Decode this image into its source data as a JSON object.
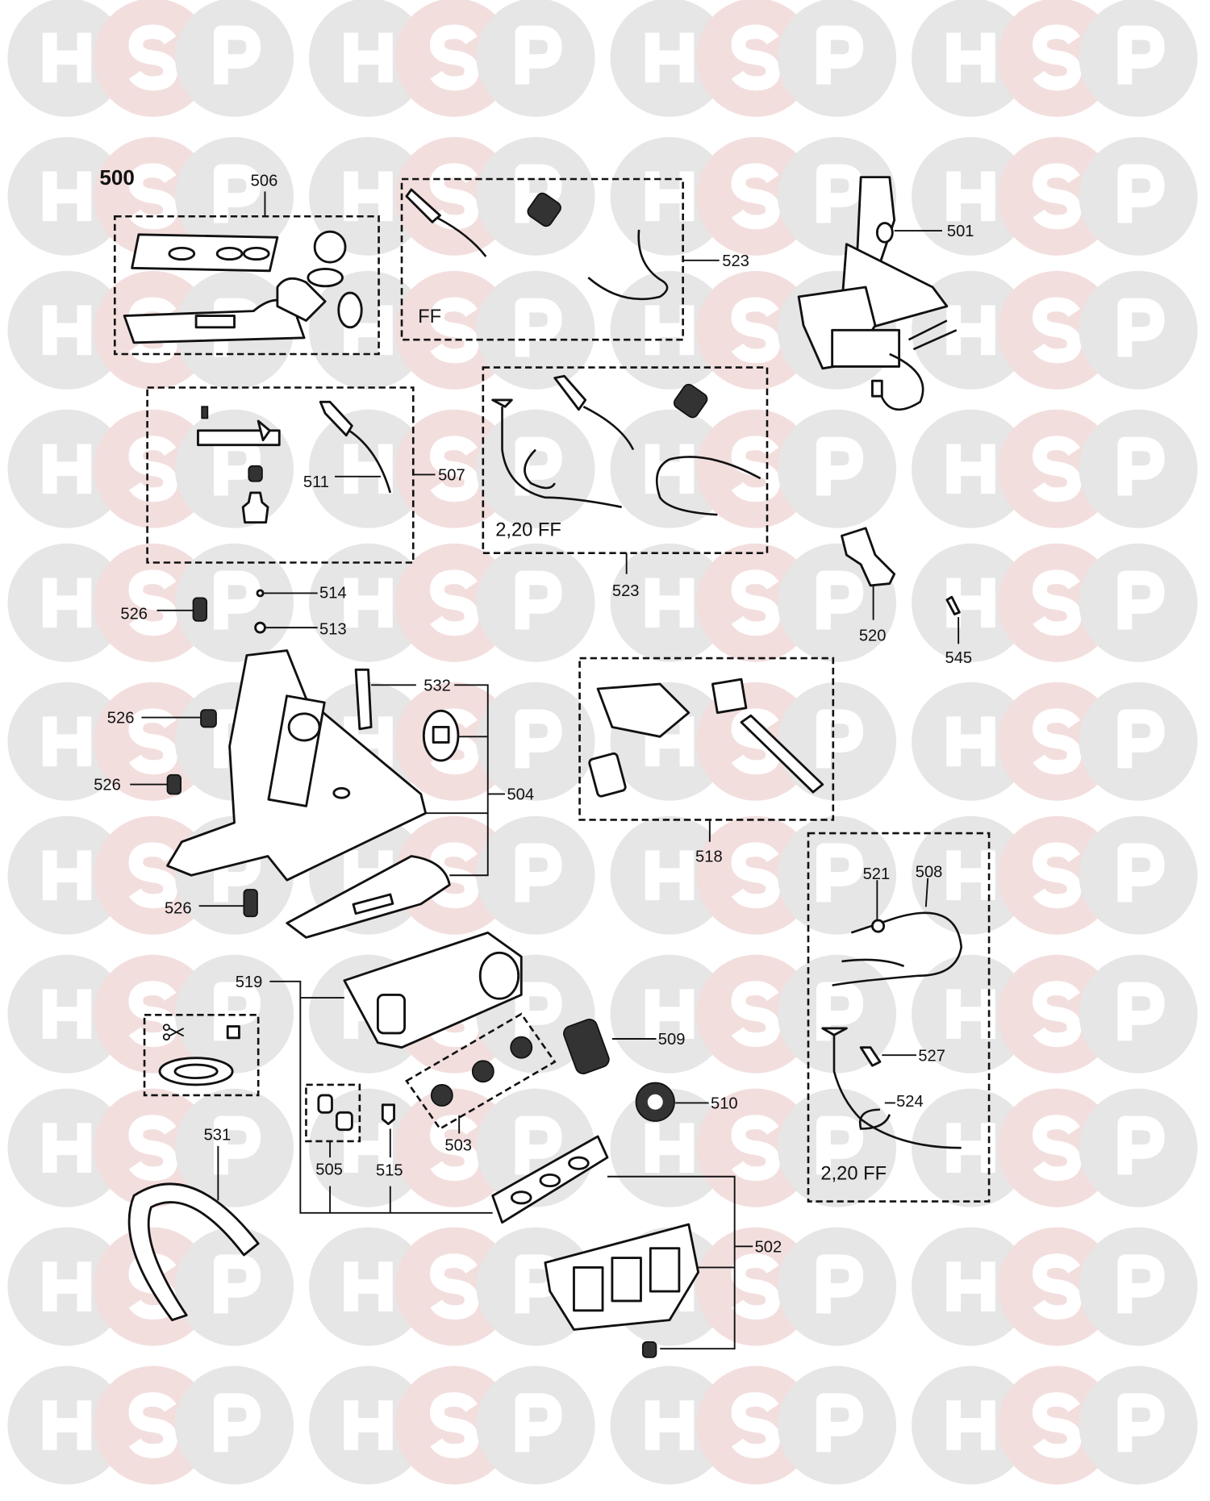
{
  "diagram": {
    "title": "500",
    "labels": {
      "l506": "506",
      "l523a": "523",
      "lFF": "FF",
      "l501": "501",
      "l511": "511",
      "l507": "507",
      "l220a": "2,20 FF",
      "l523b": "523",
      "l520": "520",
      "l545": "545",
      "l514": "514",
      "l513": "513",
      "l526a": "526",
      "l526b": "526",
      "l526c": "526",
      "l526d": "526",
      "l532": "532",
      "l504": "504",
      "l518": "518",
      "l521": "521",
      "l508": "508",
      "l519": "519",
      "l509": "509",
      "l527": "527",
      "l510": "510",
      "l524": "524",
      "l220b": "2,20 FF",
      "l531": "531",
      "l503": "503",
      "l505": "505",
      "l515": "515",
      "l502": "502"
    }
  },
  "watermark": {
    "letters": [
      "H",
      "S",
      "P"
    ],
    "colors": {
      "grey": "#e6e6e6",
      "pink": "#f3dede"
    }
  }
}
